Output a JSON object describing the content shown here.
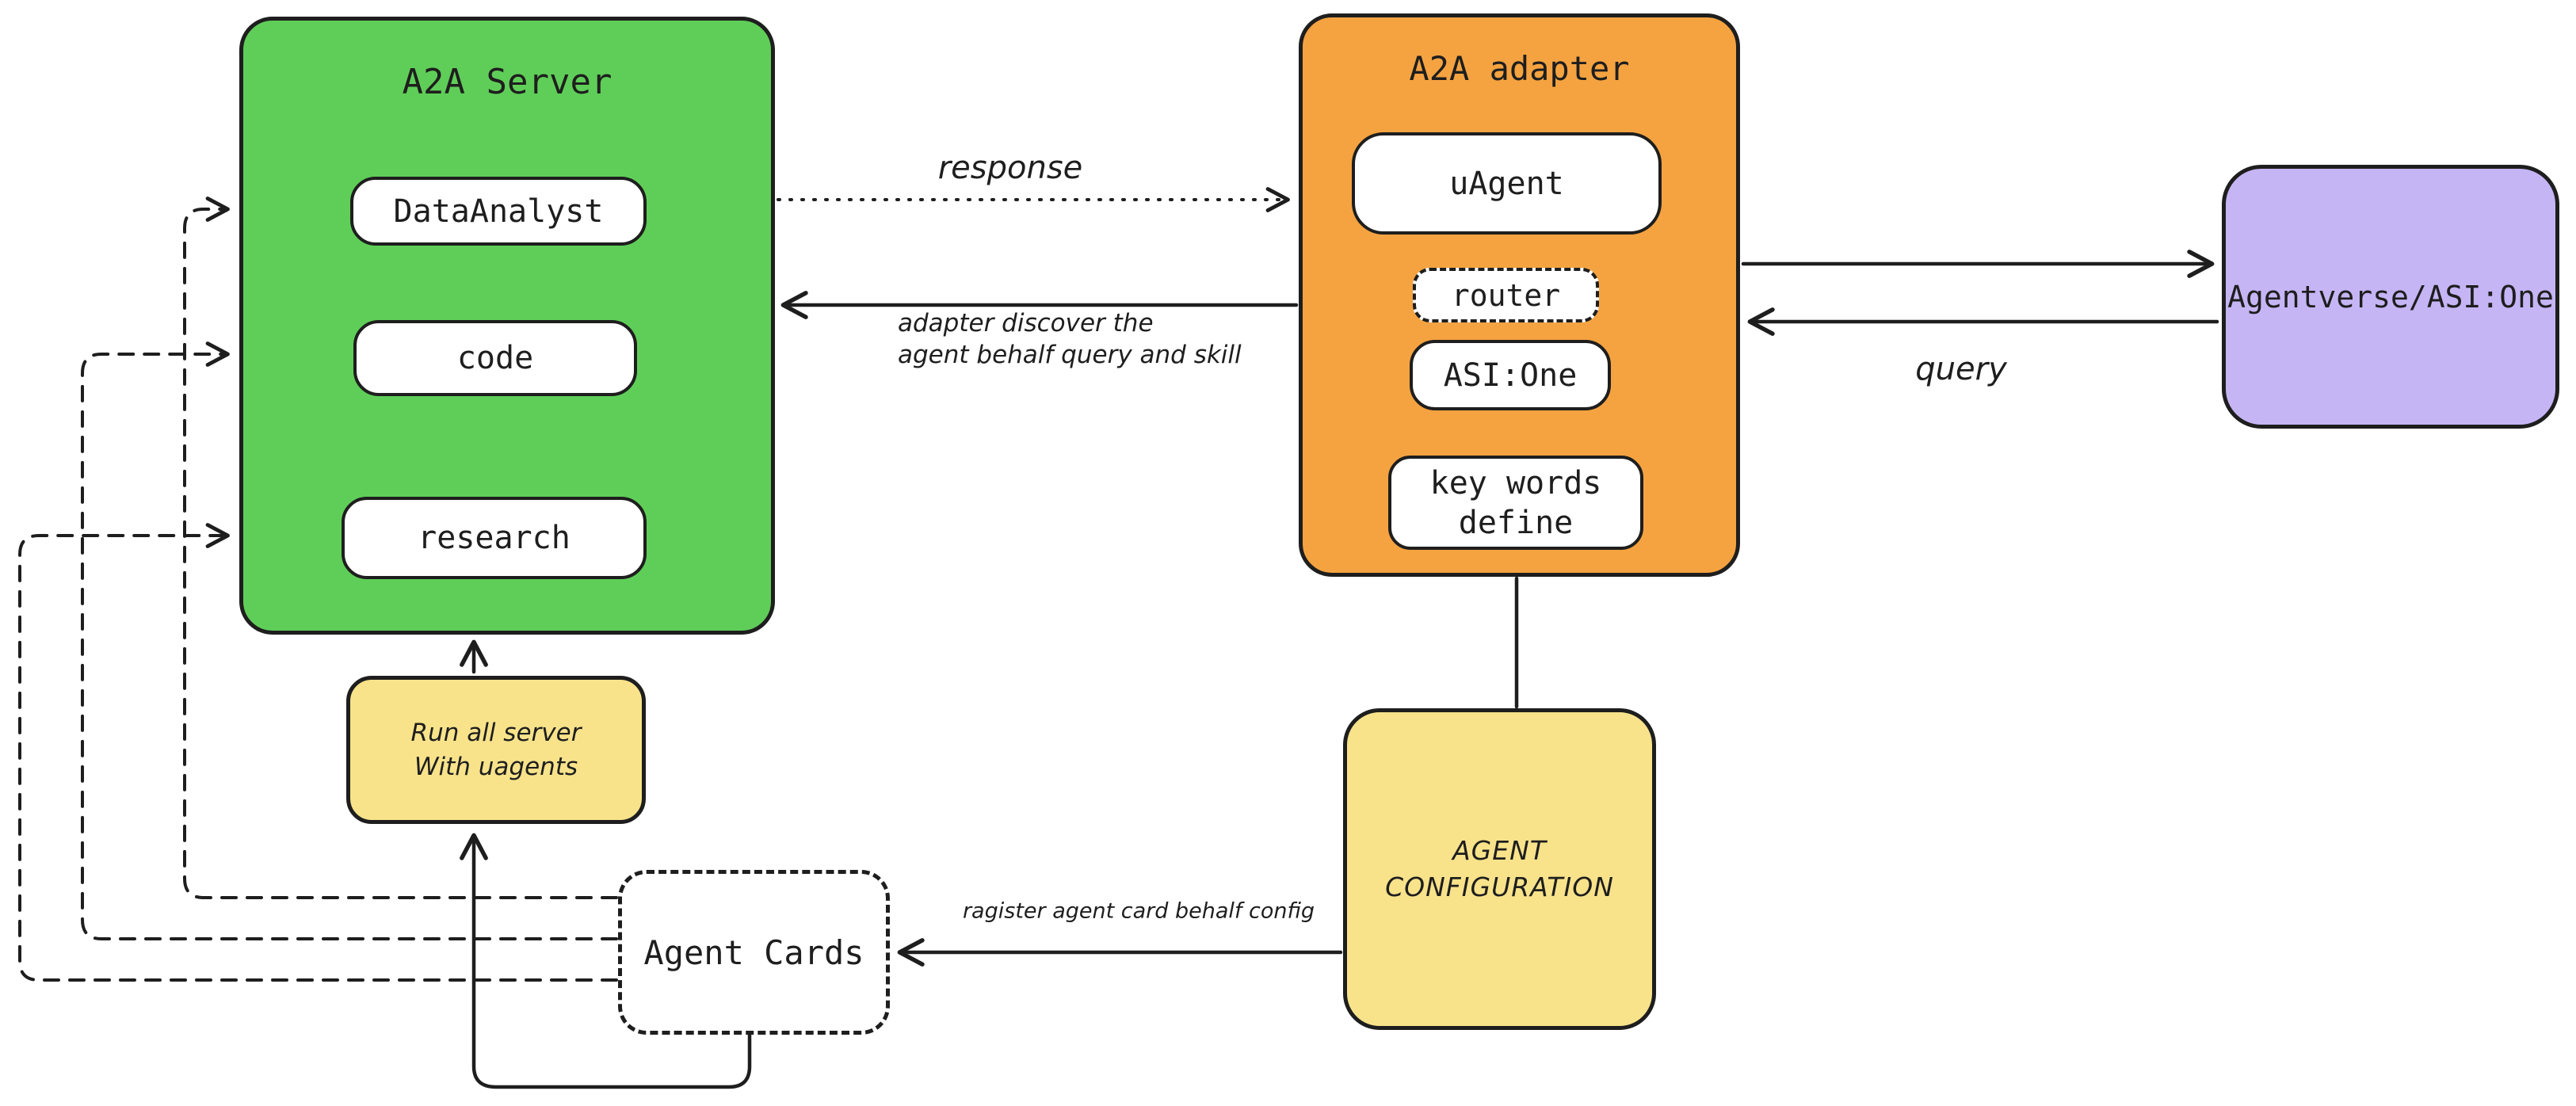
{
  "colors": {
    "stroke": "#1e1e1e",
    "server_fill": "#5fce58",
    "adapter_fill": "#f5a340",
    "agentverse_fill": "#c6b5f5",
    "yellow_fill": "#f8e38b",
    "chip_fill": "#ffffff",
    "background": "#ffffff"
  },
  "a2a_server": {
    "title": "A2A Server",
    "items": [
      "DataAnalyst",
      "code",
      "research"
    ]
  },
  "a2a_adapter": {
    "title": "A2A adapter",
    "uagent": "uAgent",
    "router": "router",
    "asi_one": "ASI:One",
    "keywords_line1": "key words",
    "keywords_line2": "define"
  },
  "agentverse": {
    "label": "Agentverse/ASI:One"
  },
  "run_all_server": {
    "line1": "Run all server",
    "line2": "With uagents"
  },
  "agent_cards": {
    "label": "Agent Cards"
  },
  "agent_configuration": {
    "line1": "AGENT",
    "line2": "CONFIGURATION"
  },
  "labels": {
    "response": "response",
    "discover_line1": "adapter discover the",
    "discover_line2": "agent behalf query and skill",
    "query": "query",
    "register": "ragister agent card behalf config"
  }
}
